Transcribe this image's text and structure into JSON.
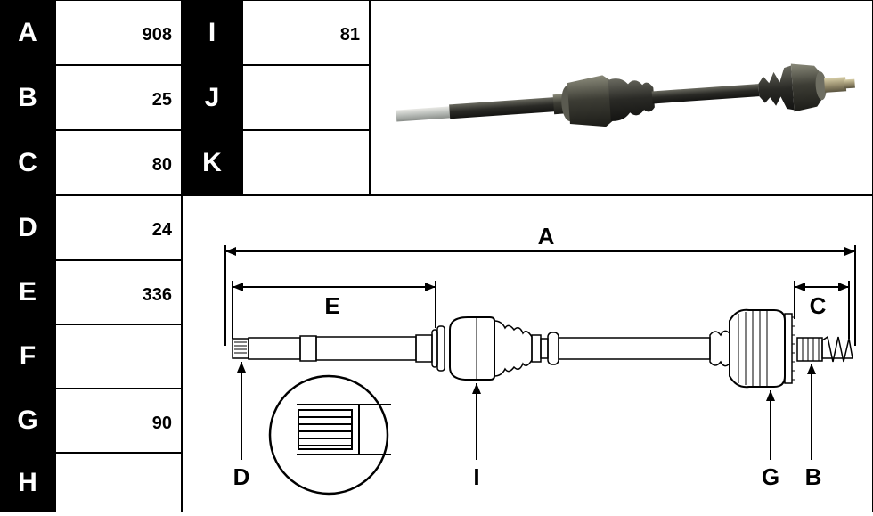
{
  "left_table": [
    {
      "letter": "A",
      "value": "908"
    },
    {
      "letter": "B",
      "value": "25"
    },
    {
      "letter": "C",
      "value": "80"
    },
    {
      "letter": "D",
      "value": "24"
    },
    {
      "letter": "E",
      "value": "336"
    },
    {
      "letter": "F",
      "value": ""
    },
    {
      "letter": "G",
      "value": "90"
    },
    {
      "letter": "H",
      "value": ""
    }
  ],
  "mid_table": [
    {
      "letter": "I",
      "value": "81"
    },
    {
      "letter": "J",
      "value": ""
    },
    {
      "letter": "K",
      "value": ""
    }
  ],
  "diagram": {
    "label_a": "A",
    "label_e": "E",
    "label_c": "C",
    "label_d": "D",
    "label_i": "I",
    "label_g": "G",
    "label_b": "B"
  }
}
